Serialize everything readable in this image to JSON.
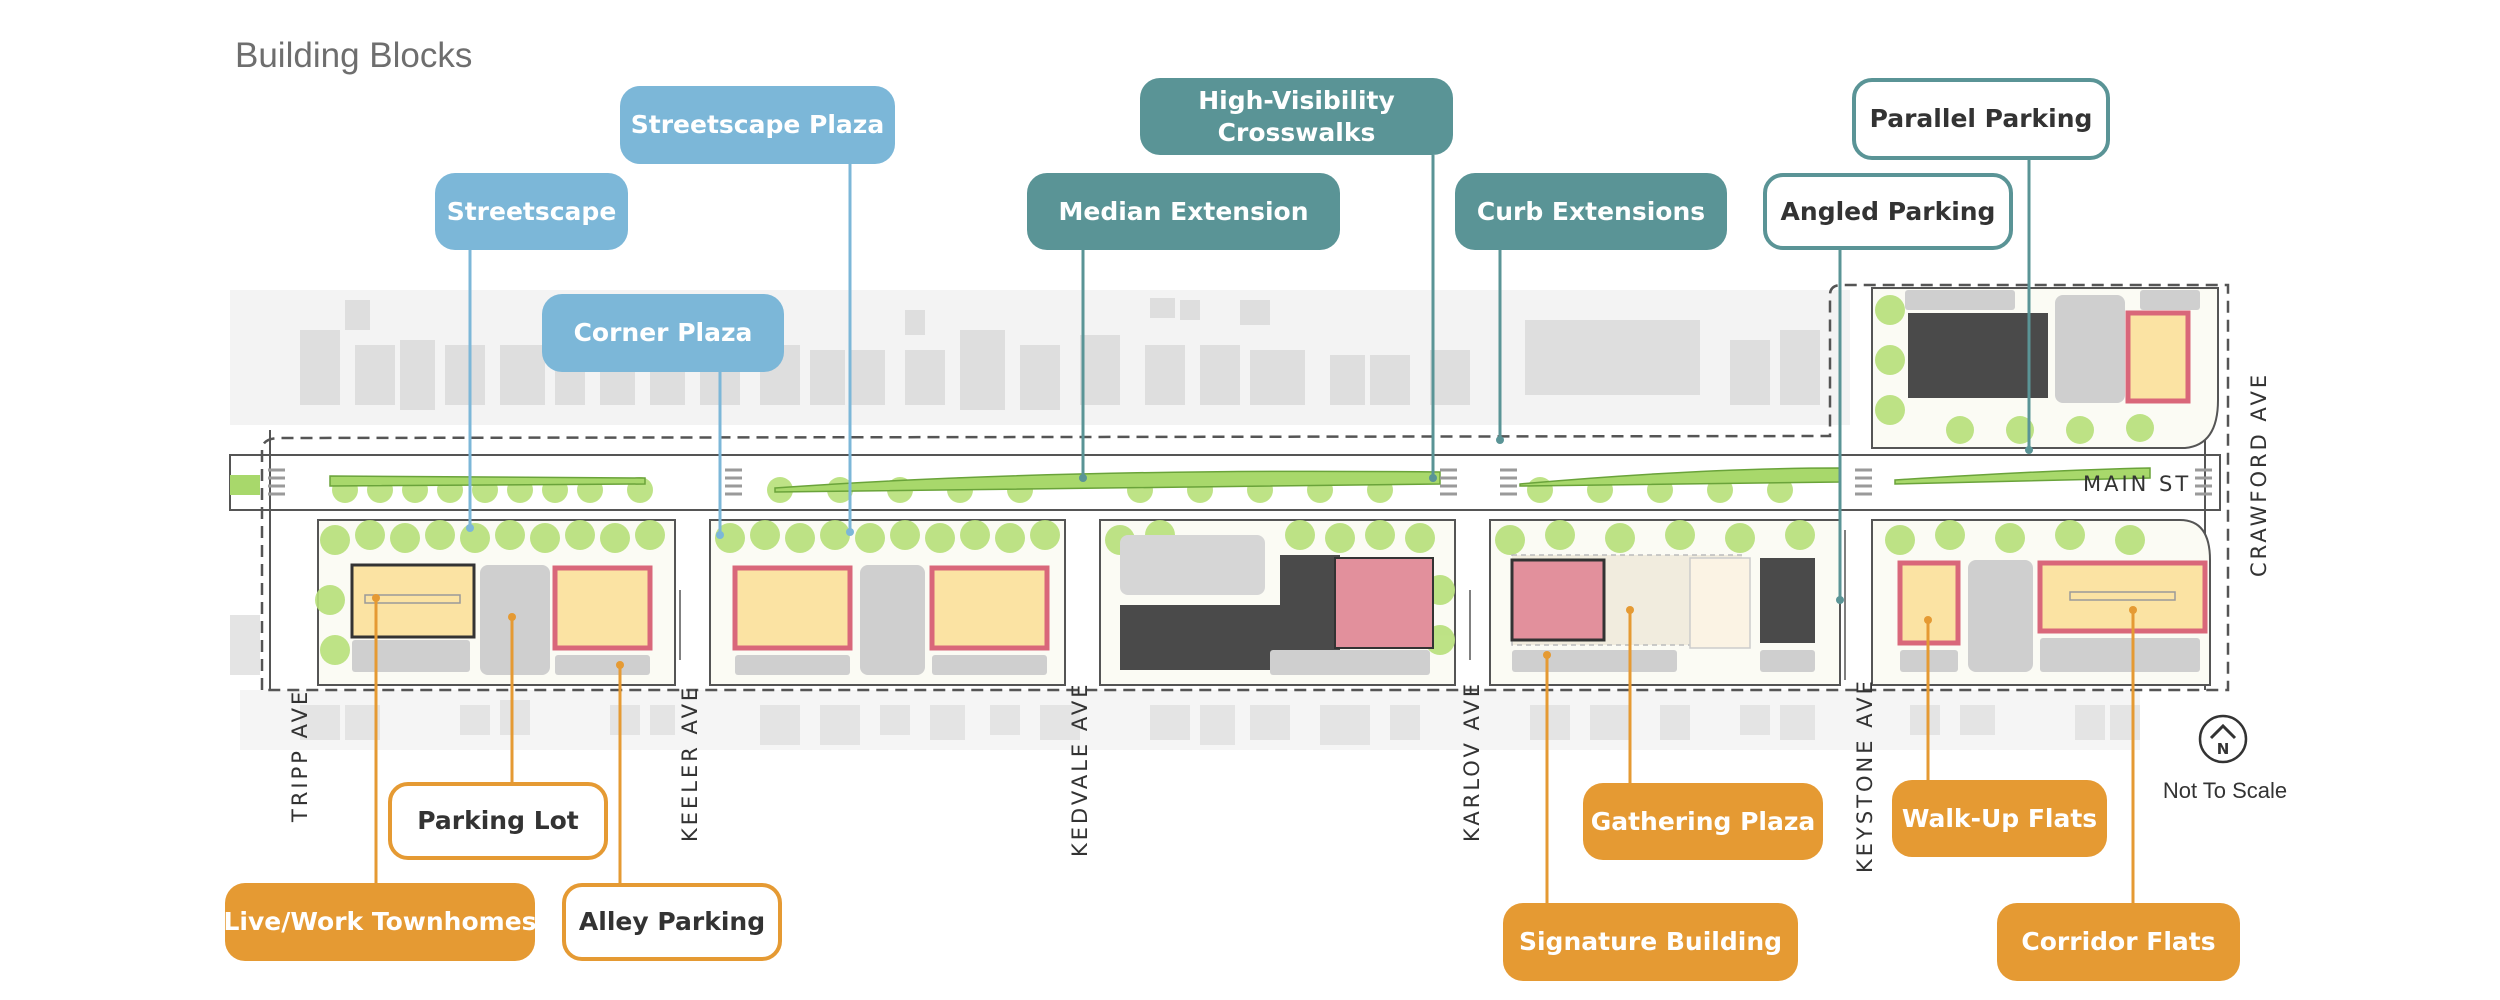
{
  "title": "Building Blocks",
  "colors": {
    "streetscape_blue": "#7cb7d8",
    "roadway_teal": "#5a9496",
    "development_orange": "#e59a33",
    "greenery": "#a8d86b",
    "townhome_yellow": "#fbe3a3",
    "signature_pink": "#e2909c",
    "existing_building_gray": "#d6d6d6",
    "dark_building": "#4a4a4a"
  },
  "labels": {
    "streetscape": "Streetscape",
    "streetscape_plaza": "Streetscape Plaza",
    "corner_plaza": "Corner Plaza",
    "median_extension": "Median Extension",
    "high_visibility_crosswalks": "High-Visibility\nCrosswalks",
    "curb_extensions": "Curb Extensions",
    "angled_parking": "Angled Parking",
    "parallel_parking": "Parallel Parking",
    "parking_lot": "Parking Lot",
    "live_work_townhomes": "Live/Work Townhomes",
    "alley_parking": "Alley Parking",
    "gathering_plaza": "Gathering Plaza",
    "signature_building": "Signature Building",
    "walk_up_flats": "Walk-Up Flats",
    "corridor_flats": "Corridor Flats"
  },
  "streets": {
    "main": "MAIN ST",
    "tripp": "TRIPP AVE",
    "keeler": "KEELER AVE",
    "kedvale": "KEDVALE AVE",
    "karlov": "KARLOV AVE",
    "keystone": "KEYSTONE AVE",
    "crawford": "CRAWFORD AVE"
  },
  "scale_note": "Not To Scale",
  "north_arrow": "N"
}
